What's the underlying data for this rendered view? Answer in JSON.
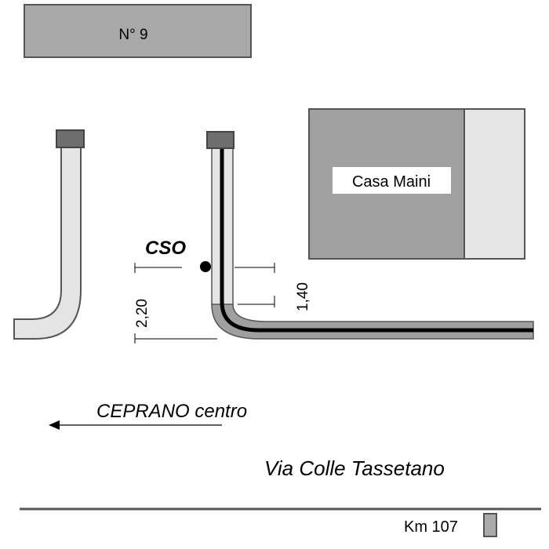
{
  "building_no9": {
    "label": "N° 9"
  },
  "casa_maini": {
    "label": "Casa  Maini"
  },
  "cso": {
    "label": "CSO"
  },
  "dimensions": {
    "left": "2,20",
    "right": "1,40"
  },
  "direction": {
    "label": "CEPRANO  centro"
  },
  "street": {
    "label": "Via Colle Tassetano"
  },
  "km_marker": {
    "label": "Km 107"
  },
  "colors": {
    "building": "#a6a6a6",
    "pipe_light": "#e4e4e4",
    "pipe_dark": "#a0a0a0",
    "cap": "#6e6e6e",
    "line": "#000000"
  }
}
